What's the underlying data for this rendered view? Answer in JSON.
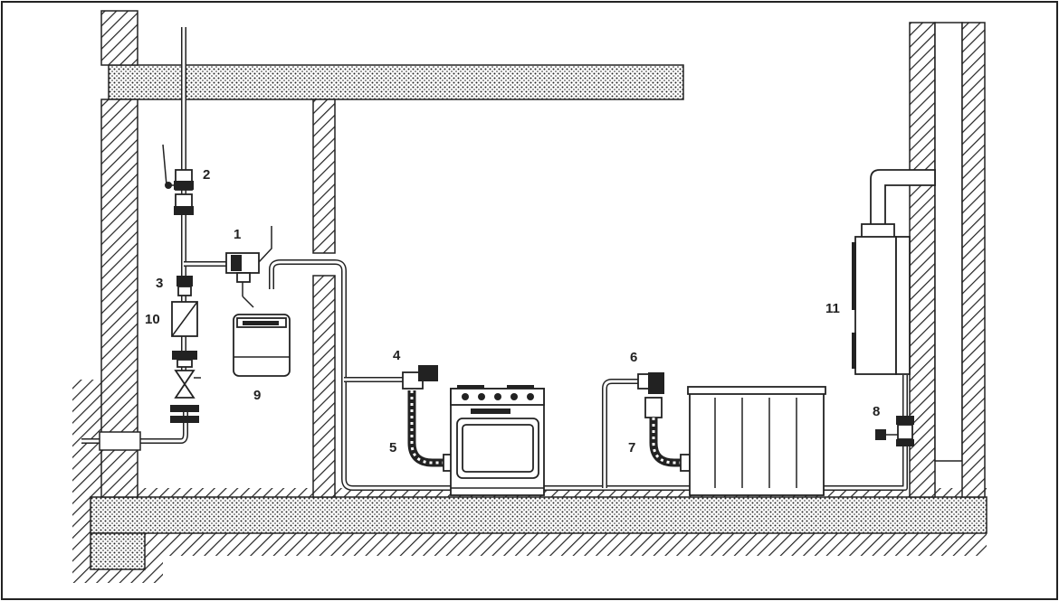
{
  "diagram": {
    "labels": {
      "n1": "1",
      "n2": "2",
      "n3": "3",
      "n4": "4",
      "n5": "5",
      "n6": "6",
      "n7": "7",
      "n8": "8",
      "n9": "9",
      "n10": "10",
      "n11": "11"
    }
  }
}
